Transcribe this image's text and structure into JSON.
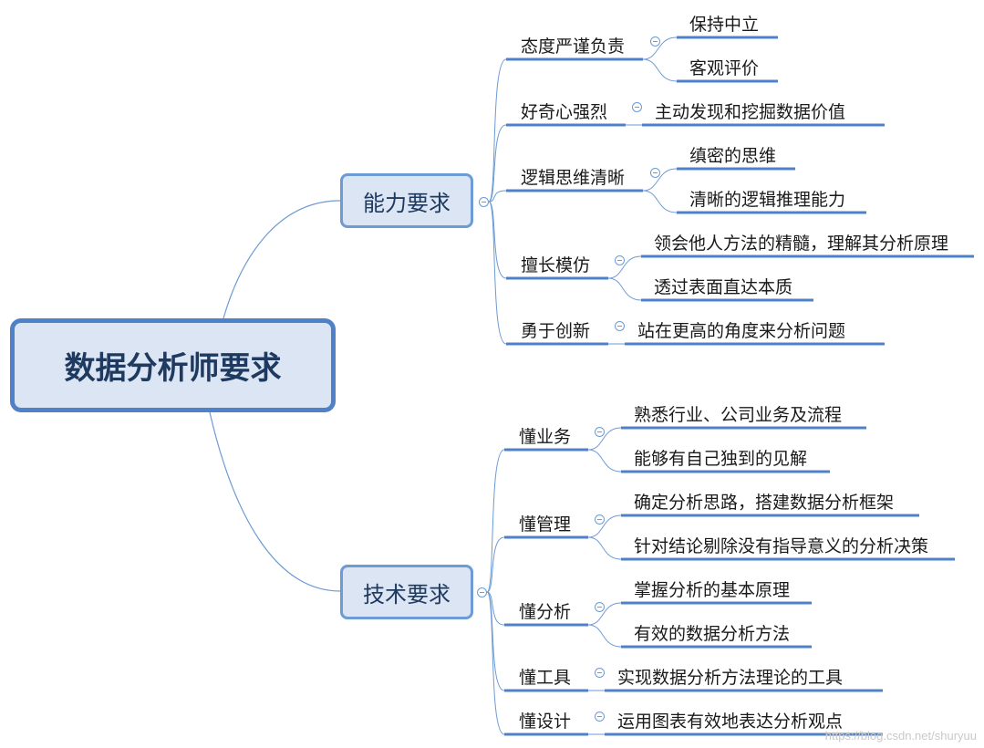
{
  "root": {
    "label": "数据分析师要求"
  },
  "groups": [
    {
      "label": "能力要求",
      "branches": [
        {
          "label": "态度严谨负责",
          "leaves": [
            "保持中立",
            "客观评价"
          ]
        },
        {
          "label": "好奇心强烈",
          "leaves": [
            "主动发现和挖掘数据价值"
          ]
        },
        {
          "label": "逻辑思维清晰",
          "leaves": [
            "缜密的思维",
            "清晰的逻辑推理能力"
          ]
        },
        {
          "label": "擅长模仿",
          "leaves": [
            "领会他人方法的精髓，理解其分析原理",
            "透过表面直达本质"
          ]
        },
        {
          "label": "勇于创新",
          "leaves": [
            "站在更高的角度来分析问题"
          ]
        }
      ]
    },
    {
      "label": "技术要求",
      "branches": [
        {
          "label": "懂业务",
          "leaves": [
            "熟悉行业、公司业务及流程",
            "能够有自己独到的见解"
          ]
        },
        {
          "label": "懂管理",
          "leaves": [
            "确定分析思路，搭建数据分析框架",
            "针对结论剔除没有指导意义的分析决策"
          ]
        },
        {
          "label": "懂分析",
          "leaves": [
            "掌握分析的基本原理",
            "有效的数据分析方法"
          ]
        },
        {
          "label": "懂工具",
          "leaves": [
            "实现数据分析方法理论的工具"
          ]
        },
        {
          "label": "懂设计",
          "leaves": [
            "运用图表有效地表达分析观点"
          ]
        }
      ]
    }
  ],
  "watermark": "https://blog.csdn.net/shuryuu",
  "colors": {
    "line": "#6d9bd4",
    "underline": "#4f81c9",
    "box_fill": "#dbe5f3",
    "root_border": "#4f81c9",
    "text_dark": "#1f3a60"
  }
}
